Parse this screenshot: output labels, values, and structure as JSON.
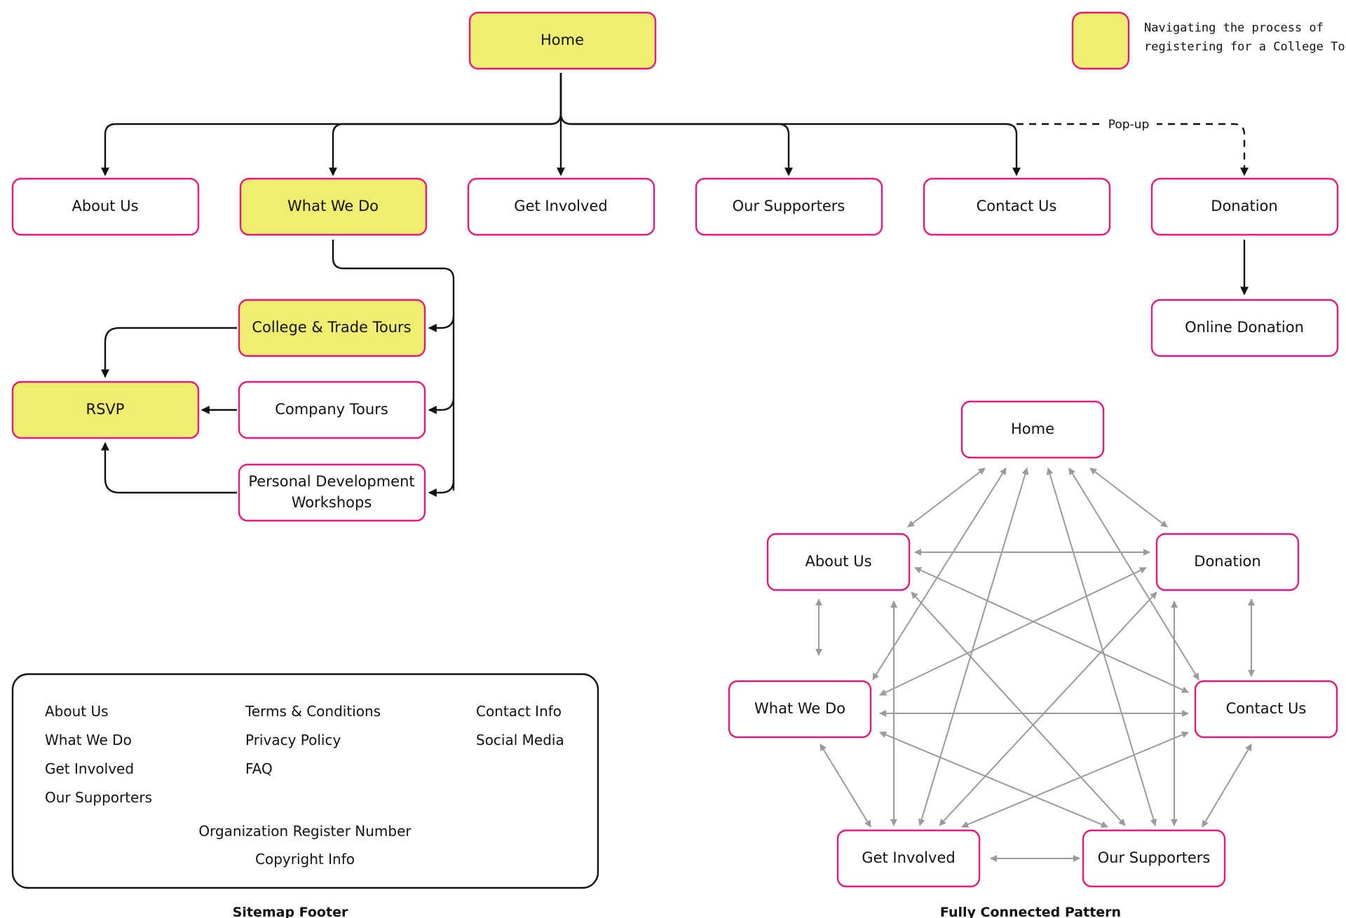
{
  "colors": {
    "highlight": "#f0ee6e",
    "border": "#e6197a",
    "mesh_arrow": "#9a9a9a",
    "line": "#111111"
  },
  "legend": {
    "line1": "Navigating the process of",
    "line2": "registering for a College Tour"
  },
  "sitemap": {
    "home": "Home",
    "about": "About Us",
    "what": "What We Do",
    "involved": "Get Involved",
    "supporters": "Our Supporters",
    "contact": "Contact Us",
    "donation": "Donation",
    "online_donation": "Online Donation",
    "college": "College & Trade Tours",
    "company": "Company Tours",
    "personal_line1": "Personal Development",
    "personal_line2": "Workshops",
    "rsvp": "RSVP",
    "popup_label": "Pop-up"
  },
  "footer": {
    "col1": [
      "About Us",
      "What We Do",
      "Get Involved",
      "Our Supporters"
    ],
    "col2": [
      "Terms & Conditions",
      "Privacy Policy",
      "FAQ"
    ],
    "col3": [
      "Contact Info",
      "Social Media"
    ],
    "bottom1": "Organization Register Number",
    "bottom2": "Copyright Info",
    "caption": "Sitemap Footer"
  },
  "mesh": {
    "home": "Home",
    "about": "About Us",
    "donation": "Donation",
    "what": "What We Do",
    "contact": "Contact Us",
    "involved": "Get Involved",
    "supporters": "Our Supporters",
    "caption": "Fully Connected Pattern"
  }
}
